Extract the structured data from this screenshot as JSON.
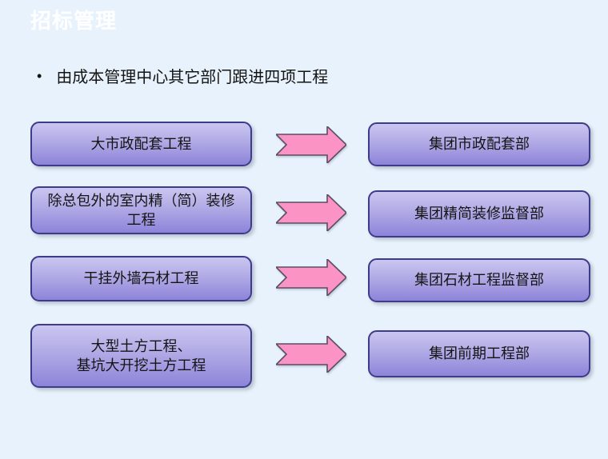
{
  "slide": {
    "title": "招标管理",
    "bullet_char": "•",
    "bullet_text": "由成本管理中心其它部门跟进四项工程"
  },
  "flow": {
    "rows": [
      {
        "left": {
          "line1": "大市政配套工程",
          "line2": ""
        },
        "right": "集团市政配套部"
      },
      {
        "left": {
          "line1": "除总包外的室内精（简）装修",
          "line2": "工程"
        },
        "right": "集团精简装修监督部"
      },
      {
        "left": {
          "line1": "干挂外墙石材工程",
          "line2": ""
        },
        "right": "集团石材工程监督部"
      },
      {
        "left": {
          "line1": "大型土方工程、",
          "line2": "基坑大开挖土方工程"
        },
        "right": "集团前期工程部"
      }
    ]
  },
  "colors": {
    "background": "#E8F2FC",
    "title_color": "#FFFFFF",
    "text_color": "#141414",
    "box_border": "#3E3B8A",
    "box_gradient_top": "#CAC6F0",
    "box_gradient_bottom": "#8D84D9",
    "arrow_fill": "#FB93C4",
    "arrow_border": "#5A4E63"
  }
}
